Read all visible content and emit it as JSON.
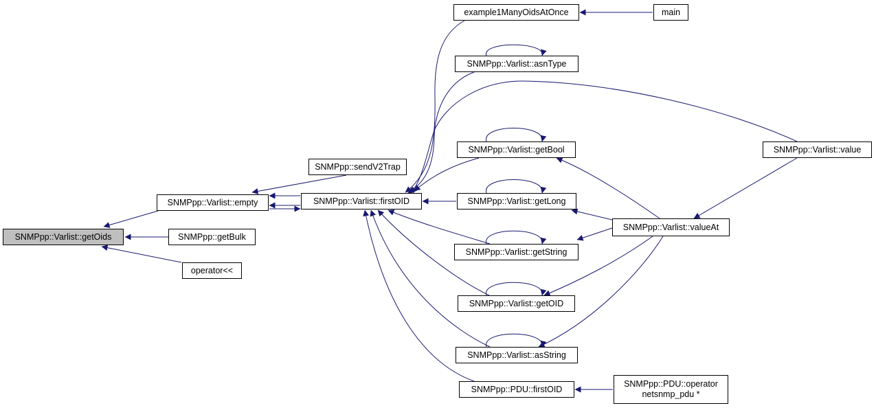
{
  "colors": {
    "edge": "#191970",
    "node_border": "#000000",
    "node_fill": "#ffffff",
    "focus_fill": "#bfbfbf"
  },
  "nodes": {
    "getOids": {
      "lines": [
        "SNMPpp::Varlist::getOids"
      ],
      "focus": true
    },
    "empty": {
      "lines": [
        "SNMPpp::Varlist::empty"
      ]
    },
    "getBulk": {
      "lines": [
        "SNMPpp::getBulk"
      ]
    },
    "operatorShift": {
      "lines": [
        "operator<<"
      ]
    },
    "sendV2Trap": {
      "lines": [
        "SNMPpp::sendV2Trap"
      ]
    },
    "firstOID": {
      "lines": [
        "SNMPpp::Varlist::firstOID"
      ]
    },
    "example1": {
      "lines": [
        "example1ManyOidsAtOnce"
      ]
    },
    "main": {
      "lines": [
        "main"
      ]
    },
    "asnType": {
      "lines": [
        "SNMPpp::Varlist::asnType"
      ]
    },
    "getBool": {
      "lines": [
        "SNMPpp::Varlist::getBool"
      ]
    },
    "getLong": {
      "lines": [
        "SNMPpp::Varlist::getLong"
      ]
    },
    "getString": {
      "lines": [
        "SNMPpp::Varlist::getString"
      ]
    },
    "getOID": {
      "lines": [
        "SNMPpp::Varlist::getOID"
      ]
    },
    "asString": {
      "lines": [
        "SNMPpp::Varlist::asString"
      ]
    },
    "pduFirstOID": {
      "lines": [
        "SNMPpp::PDU::firstOID"
      ]
    },
    "pduOperator": {
      "lines": [
        "SNMPpp::PDU::operator",
        "netsnmp_pdu *"
      ]
    },
    "value": {
      "lines": [
        "SNMPpp::Varlist::value"
      ]
    },
    "valueAt": {
      "lines": [
        "SNMPpp::Varlist::valueAt"
      ]
    }
  }
}
